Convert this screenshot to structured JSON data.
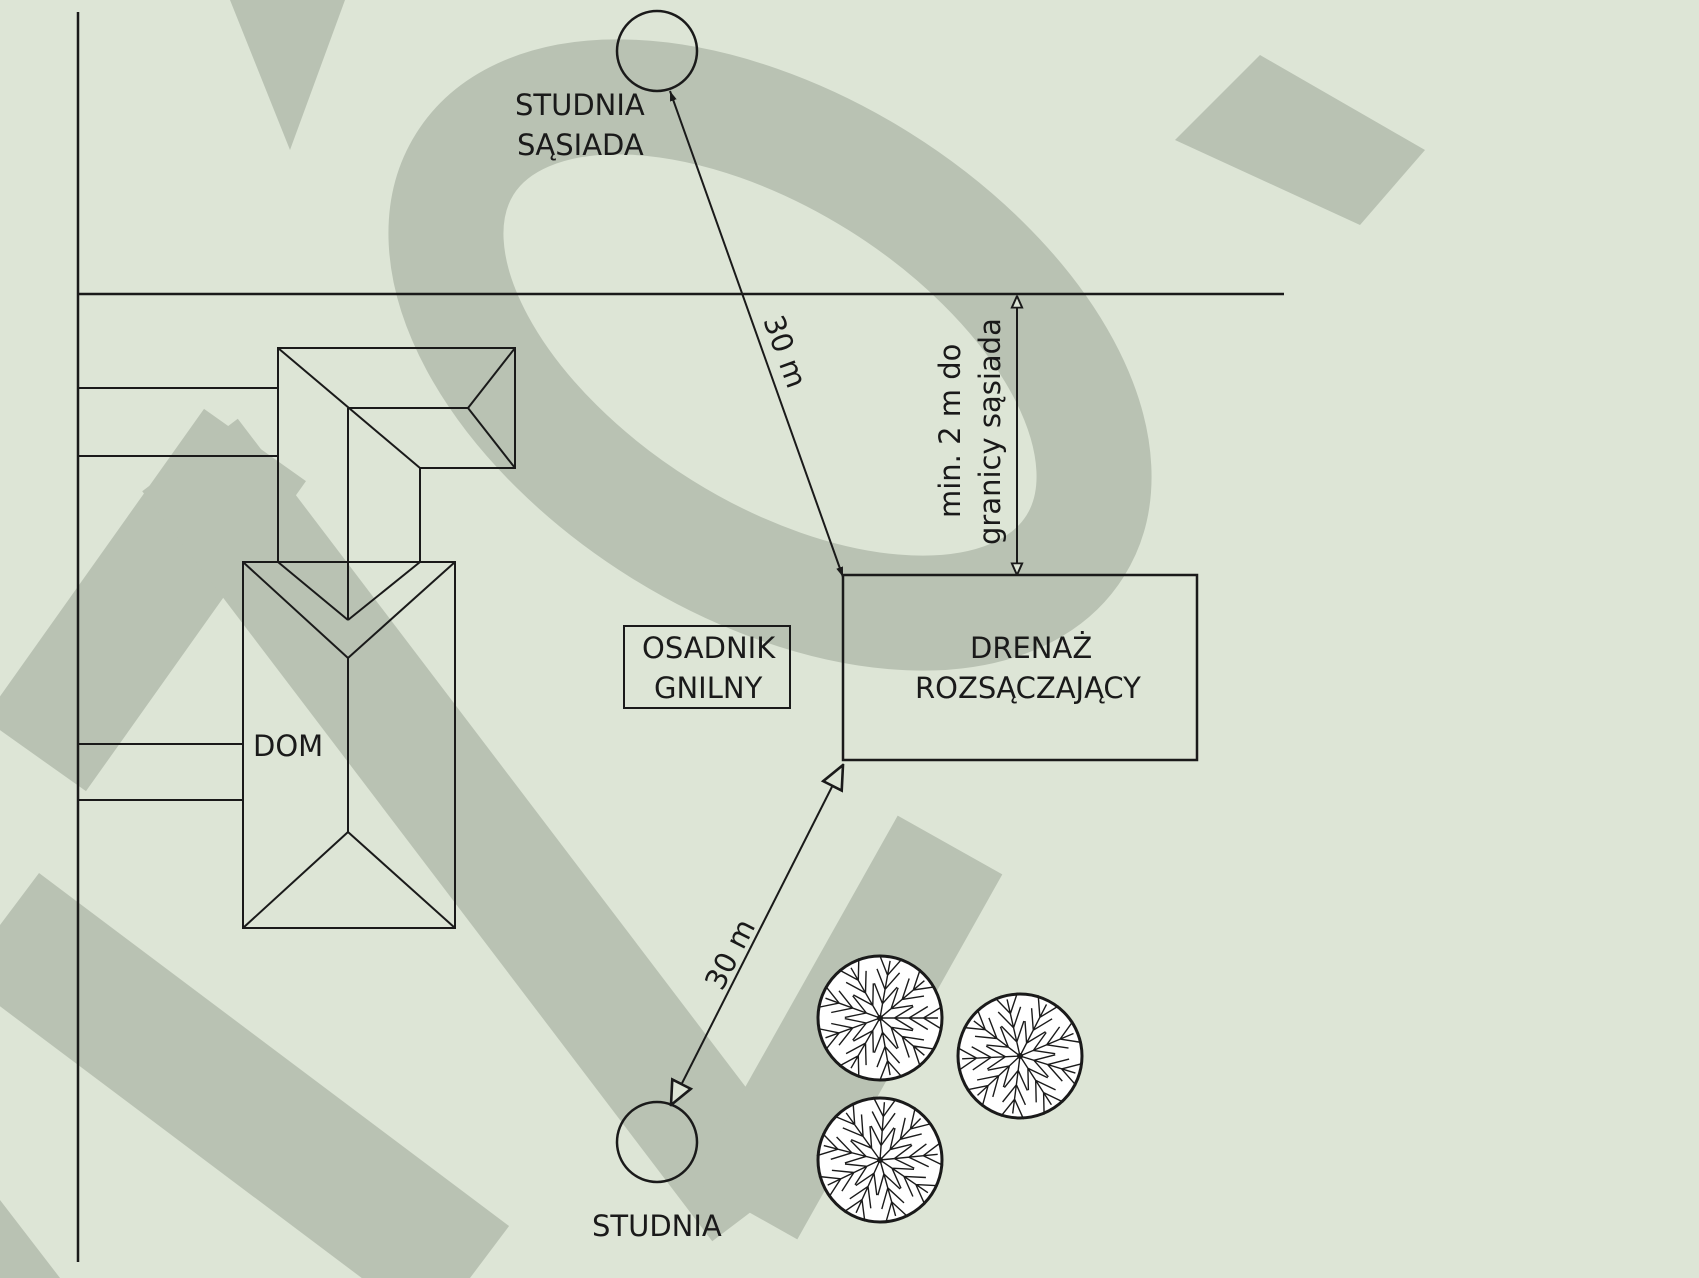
{
  "labels": {
    "neighbor_well": [
      "STUDNIA",
      "SĄSIADA"
    ],
    "well": "STUDNIA",
    "septic_tank": [
      "OSADNIK",
      "GNILNY"
    ],
    "drainage": [
      "DRENAŻ",
      "ROZSĄCZAJĄCY"
    ],
    "house": "DOM",
    "distance_neighbor_well": "30 m",
    "distance_well": "30 m",
    "distance_border": [
      "min. 2 m do",
      "granicy sąsiada"
    ]
  },
  "colors": {
    "background": "#dde5d6",
    "watermark": "#b9c2b3",
    "line": "#1a1a1a"
  },
  "icons": {
    "tree": "tree-symbol-icon",
    "well": "circle-well-icon"
  }
}
